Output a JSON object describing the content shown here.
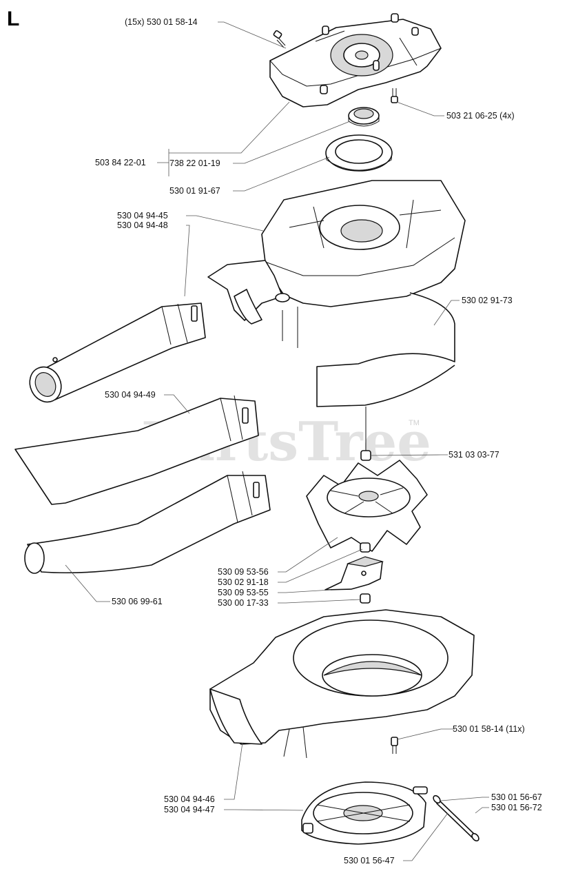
{
  "section_letter": "L",
  "watermark": "PartsTree",
  "watermark_tm": "TM",
  "labels": {
    "screw_15x": "(15x) 530 01 58-14",
    "screw_4x": "503 21 06-25 (4x)",
    "kit": "503 84 22-01",
    "bearing": "738 22 01-19",
    "seal": "530 01 91-67",
    "tube_a": "530 04 94-45",
    "tube_b": "530 04 94-48",
    "guard": "530 02 91-73",
    "nozzle_flat": "530 04 94-49",
    "nut_top": "531 03 03-77",
    "fan": "530 09 53-56",
    "plate": "530 02 91-18",
    "blade": "530 09 53-55",
    "nut_bottom": "530 00 17-33",
    "nozzle_round": "530 06 99-61",
    "screw_11x": "530 01 58-14 (11x)",
    "housing_a": "530 04 94-46",
    "housing_b": "530 04 94-47",
    "clip_a": "530 01 56-67",
    "clip_b": "530 01 56-72",
    "pin": "530 01 56-47"
  }
}
